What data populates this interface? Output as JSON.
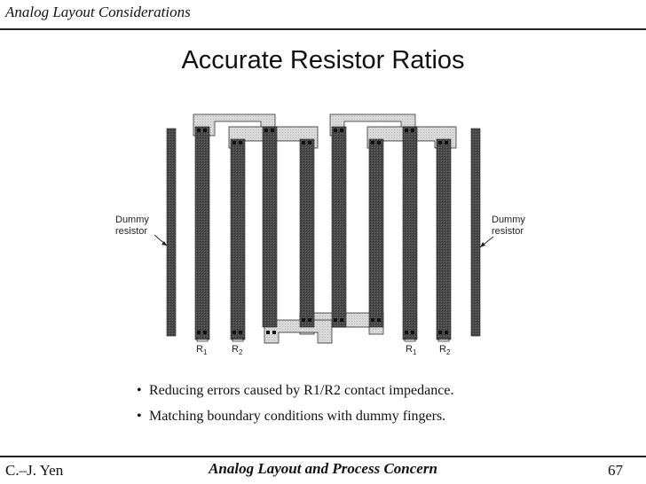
{
  "header": {
    "course_title": "Analog Layout Considerations"
  },
  "slide": {
    "title": "Accurate Resistor Ratios"
  },
  "figure": {
    "left_dummy_label_line1": "Dummy",
    "left_dummy_label_line2": "resistor",
    "right_dummy_label_line1": "Dummy",
    "right_dummy_label_line2": "resistor",
    "resistor_labels": [
      "R",
      "R",
      "R",
      "R"
    ],
    "resistor_subscripts": [
      "1",
      "2",
      "1",
      "2"
    ]
  },
  "bullets": [
    "Reducing errors caused by R1/R2 contact impedance.",
    "Matching boundary conditions with dummy fingers."
  ],
  "footer": {
    "author": "C.–J. Yen",
    "course": "Analog Layout and Process Concern",
    "page_number": "67"
  }
}
